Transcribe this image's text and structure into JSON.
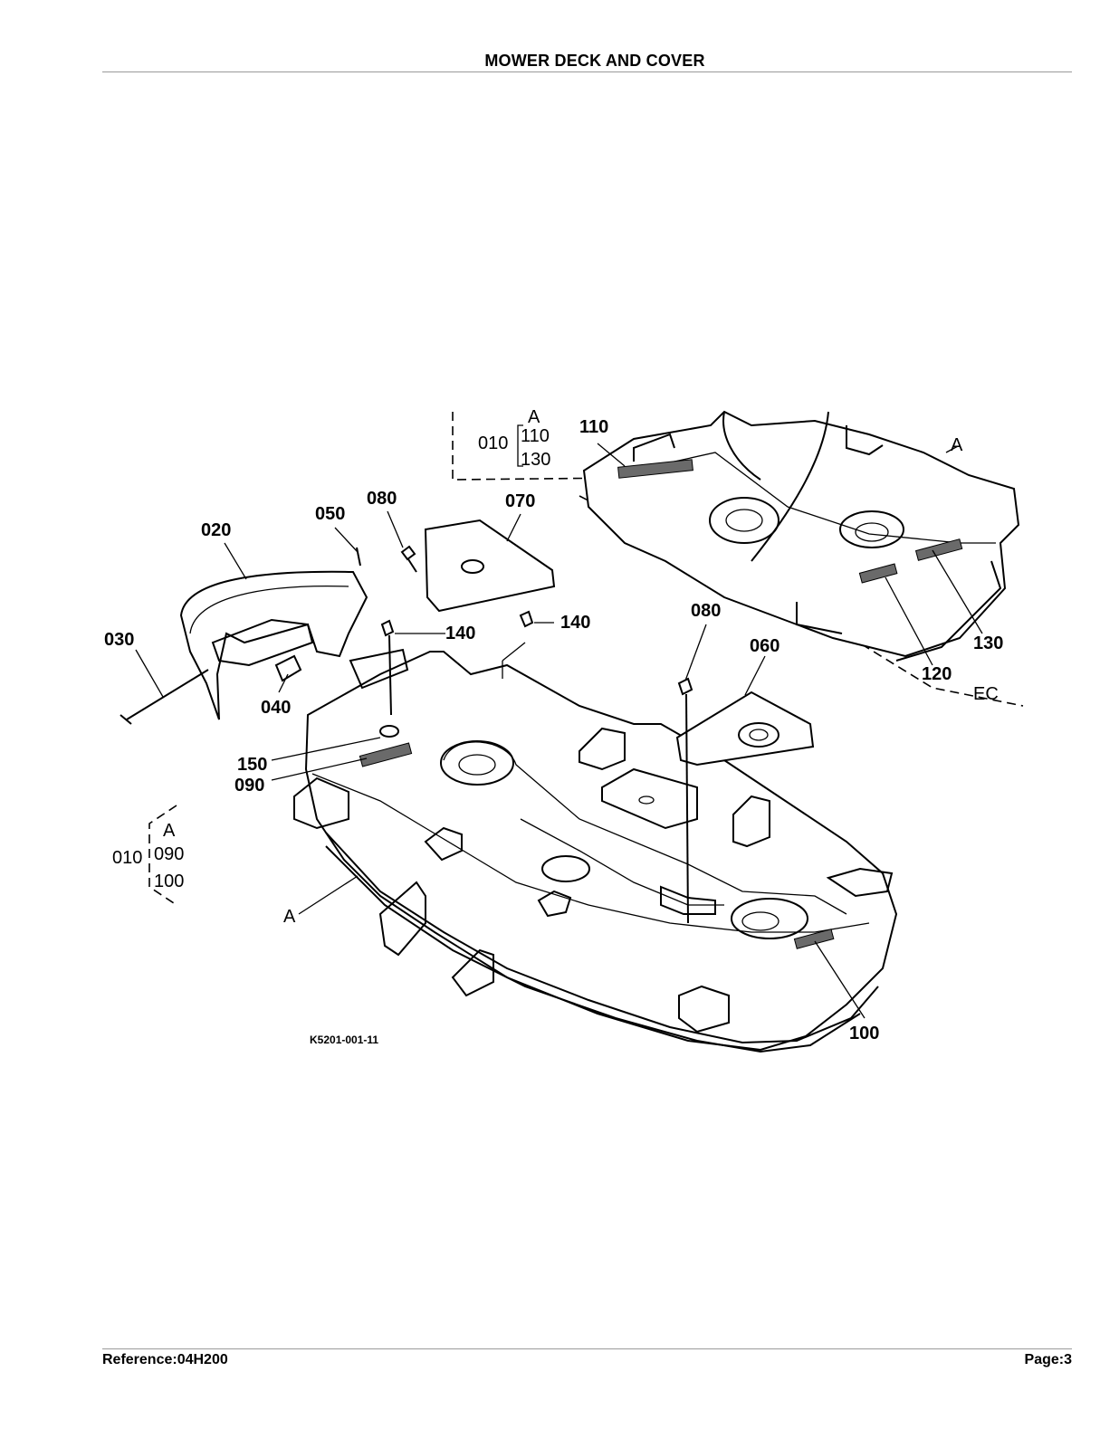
{
  "title": "MOWER DECK AND COVER",
  "footer": {
    "reference": "Reference:04H200",
    "page": "Page:3"
  },
  "diagram": {
    "drawing_number": "K5201-001-11",
    "callouts": [
      "020",
      "050",
      "080",
      "070",
      "110",
      "030",
      "040",
      "140",
      "140",
      "150",
      "090",
      "080",
      "060",
      "120",
      "130",
      "100"
    ],
    "inset_top": {
      "ref": "010",
      "letter": "A",
      "parts": [
        "110",
        "130"
      ]
    },
    "inset_left": {
      "ref": "010",
      "letter": "A",
      "parts": [
        "090",
        "100"
      ]
    },
    "marker_a": "A",
    "marker_ec": "EC"
  }
}
